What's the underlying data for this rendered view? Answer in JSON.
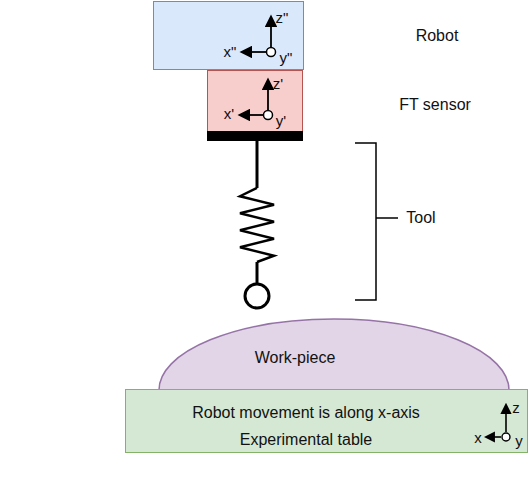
{
  "diagram": {
    "nodes": [
      {
        "text": [
          "Robot"
        ]
      },
      {
        "text": [
          "FT sensor"
        ]
      },
      {
        "text": [
          "Work-piece"
        ]
      },
      {
        "text": [
          "Robot movement is along x-axis",
          "Experimental table"
        ]
      }
    ],
    "labels": [
      "z\"",
      "x\"",
      "y\"",
      "z'",
      "x'",
      "y'",
      "z",
      "x",
      "y",
      "Tool"
    ]
  }
}
